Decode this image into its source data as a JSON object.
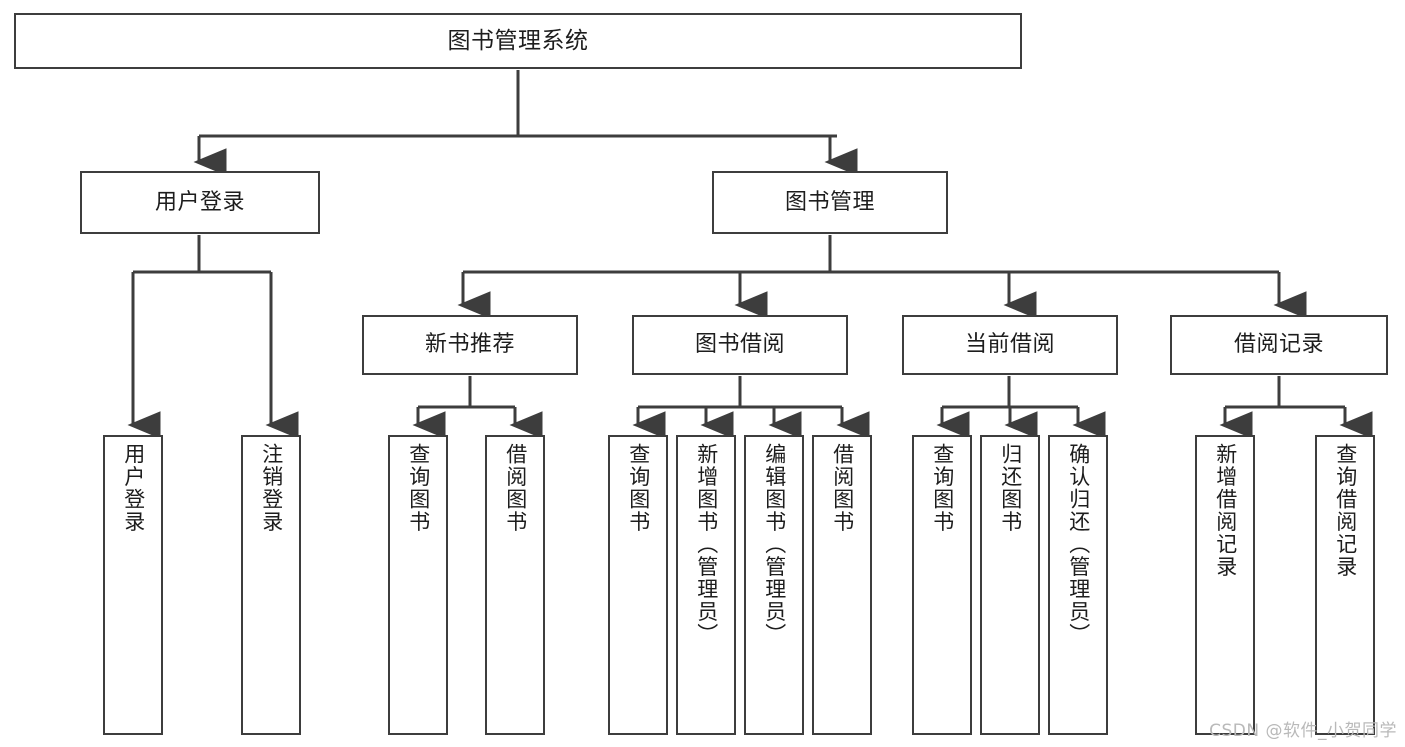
{
  "diagram": {
    "title": "图书管理系统",
    "style": {
      "background": "#ffffff",
      "border_color": "#3d3d3d",
      "text_color": "#1d1d1d",
      "watermark_color": "#b9b9b9"
    },
    "root": {
      "label": "图书管理系统"
    },
    "level2": [
      {
        "label": "用户登录"
      },
      {
        "label": "图书管理"
      }
    ],
    "level3": [
      {
        "label": "新书推荐"
      },
      {
        "label": "图书借阅"
      },
      {
        "label": "当前借阅"
      },
      {
        "label": "借阅记录"
      }
    ],
    "leaves": {
      "user_login": [
        {
          "label": "用户登录"
        },
        {
          "label": "注销登录"
        }
      ],
      "new_book": [
        {
          "label": "查询图书"
        },
        {
          "label": "借阅图书"
        }
      ],
      "book_borrow": [
        {
          "label": "查询图书"
        },
        {
          "label": "新增图书（管理员）"
        },
        {
          "label": "编辑图书（管理员）"
        },
        {
          "label": "借阅图书"
        }
      ],
      "current_borrow": [
        {
          "label": "查询图书"
        },
        {
          "label": "归还图书"
        },
        {
          "label": "确认归还（管理员）"
        }
      ],
      "borrow_record": [
        {
          "label": "新增借阅记录"
        },
        {
          "label": "查询借阅记录"
        }
      ]
    },
    "watermark": "CSDN @软件_小贺同学"
  }
}
